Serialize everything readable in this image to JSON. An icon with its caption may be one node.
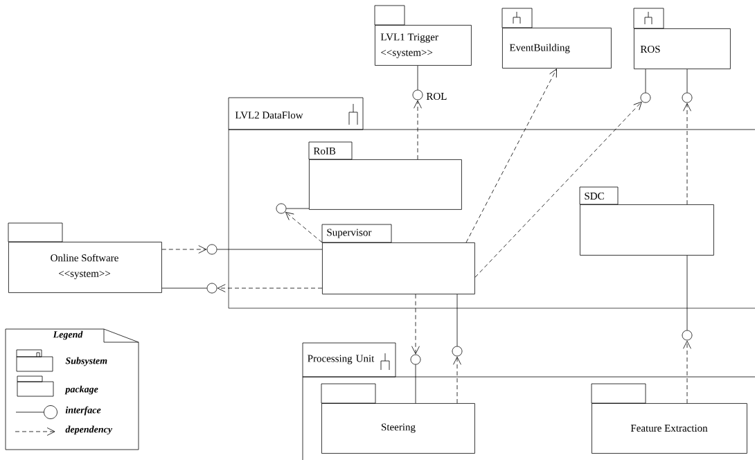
{
  "diagram": {
    "nodes": [
      {
        "text": [
          "LVL1 Trigger",
          "<<system>>"
        ]
      },
      {
        "text": [
          "EventBuilding"
        ]
      },
      {
        "text": [
          "ROS"
        ]
      },
      {
        "text": [
          "LVL2 DataFlow"
        ]
      },
      {
        "text": [
          "RoIB"
        ],
        "in": 3
      },
      {
        "text": [
          "SDC"
        ],
        "in": 3
      },
      {
        "text": [
          "Supervisor"
        ],
        "in": 3
      },
      {
        "text": [
          "Online Software",
          "<<system>>"
        ]
      },
      {
        "text": [
          "Processing Unit"
        ]
      },
      {
        "text": [
          "Steering"
        ],
        "in": 8
      },
      {
        "text": [
          "Feature Extraction"
        ],
        "in": 8
      },
      {
        "text": [],
        "shape": "circle",
        "beside": [
          "ROL"
        ]
      },
      {
        "text": [],
        "shape": "circle"
      },
      {
        "text": [],
        "shape": "circle"
      },
      {
        "text": [],
        "shape": "circle",
        "in": 3
      },
      {
        "text": [],
        "shape": "circle"
      },
      {
        "text": [],
        "shape": "circle"
      },
      {
        "text": [],
        "shape": "circle",
        "in": 8
      },
      {
        "text": [],
        "shape": "circle",
        "in": 8
      },
      {
        "text": [],
        "shape": "circle"
      }
    ],
    "edges": [
      {
        "from": 0,
        "to": 11,
        "arrow": "none"
      },
      {
        "from": 4,
        "to": 11,
        "arrow": "to",
        "style": "dashed"
      },
      {
        "from": 6,
        "to": 1,
        "arrow": "to",
        "style": "dashed"
      },
      {
        "from": 6,
        "to": 12,
        "arrow": "to",
        "style": "dashed"
      },
      {
        "from": 2,
        "to": 12,
        "arrow": "none"
      },
      {
        "from": 2,
        "to": 13,
        "arrow": "none"
      },
      {
        "from": 5,
        "to": 13,
        "arrow": "to",
        "style": "dashed"
      },
      {
        "from": 4,
        "to": 14,
        "arrow": "none"
      },
      {
        "from": 6,
        "to": 14,
        "arrow": "to",
        "style": "dashed"
      },
      {
        "from": 7,
        "to": 15,
        "arrow": "to",
        "style": "dashed"
      },
      {
        "from": 15,
        "to": 6,
        "arrow": "none"
      },
      {
        "from": 7,
        "to": 16,
        "arrow": "none"
      },
      {
        "from": 6,
        "to": 16,
        "arrow": "to",
        "style": "dashed"
      },
      {
        "from": 6,
        "to": 17,
        "arrow": "to",
        "style": "dashed"
      },
      {
        "from": 17,
        "to": 9,
        "arrow": "none"
      },
      {
        "from": 6,
        "to": 18,
        "arrow": "none"
      },
      {
        "from": 9,
        "to": 18,
        "arrow": "to",
        "style": "dashed"
      },
      {
        "from": 5,
        "to": 19,
        "arrow": "none"
      },
      {
        "from": 10,
        "to": 19,
        "arrow": "to",
        "style": "dashed"
      }
    ],
    "labels": [
      "Legend"
    ],
    "legend": [
      {
        "text": "Subsystem"
      },
      {
        "text": "package"
      },
      {
        "text": "interface"
      },
      {
        "text": "dependency"
      }
    ]
  }
}
